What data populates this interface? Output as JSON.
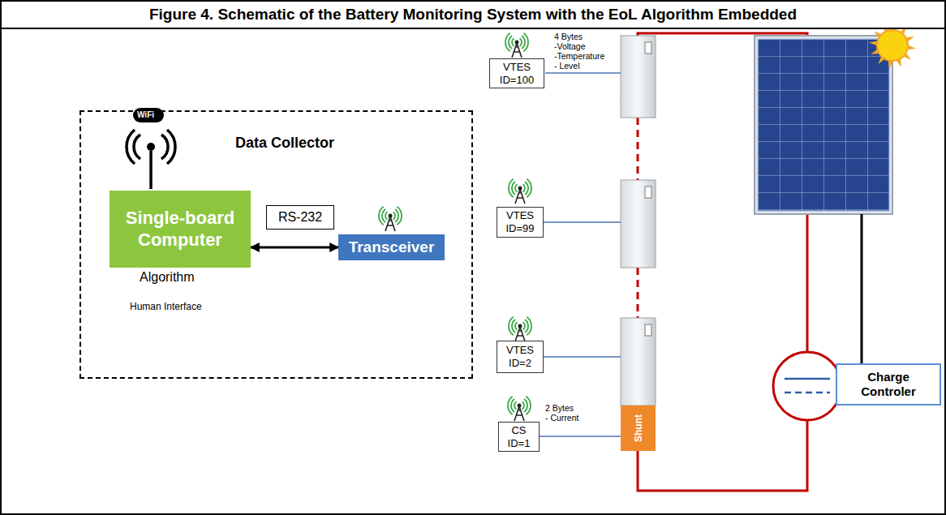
{
  "diagram": {
    "title": "Figure 4. Schematic of the Battery Monitoring System with the EoL Algorithm Embedded",
    "nodes": [
      {
        "text": [
          "Data Collector"
        ]
      },
      {
        "text": [
          "Single-board Computer"
        ],
        "in": 0
      },
      {
        "text": [
          "RS-232"
        ],
        "in": 0
      },
      {
        "text": [
          "Transceiver"
        ],
        "in": 0
      },
      {
        "text": [
          "VTES ID=100"
        ]
      },
      {
        "text": [
          "VTES ID=99"
        ]
      },
      {
        "text": [
          "VTES ID=2"
        ]
      },
      {
        "text": [
          "CS ID=1"
        ]
      },
      {
        "text": [
          "Shunt"
        ]
      },
      {
        "text": [
          "Charge Controler"
        ]
      }
    ],
    "edges": [
      {
        "from": 1,
        "to": 3,
        "arrow": "both"
      },
      {
        "from": 7,
        "to": 8,
        "arrow": "none"
      }
    ],
    "labels": [
      "4 Bytes",
      "-Voltage",
      "-Temperature",
      "- Level",
      "2 Bytes",
      "- Current",
      "Algorithm",
      "Human Interface",
      "WiFi"
    ]
  }
}
